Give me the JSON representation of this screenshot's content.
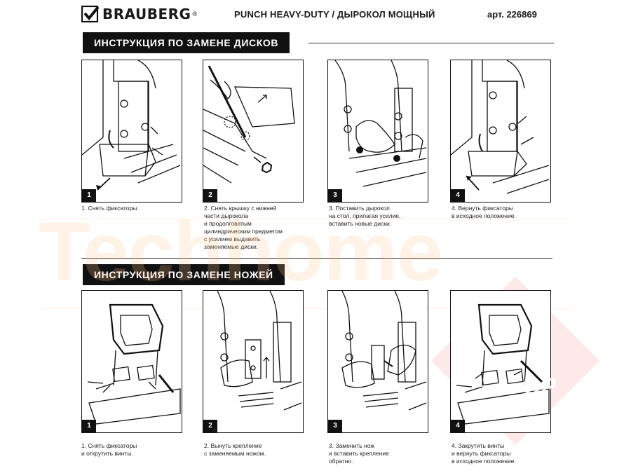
{
  "header": {
    "brand": "BRAUBERG",
    "brand_mark": "®",
    "product_title": "PUNCH HEAVY-DUTY / ДЫРОКОЛ МОЩНЫЙ",
    "article": "арт. 226869"
  },
  "sections": [
    {
      "title": "ИНСТРУКЦИЯ ПО ЗАМЕНЕ ДИСКОВ",
      "steps": [
        {
          "num": "1",
          "lines": [
            "1. Снять фиксаторы."
          ]
        },
        {
          "num": "2",
          "lines": [
            "2. Снять крышку с нижней",
            "части дырокола",
            "и продолговатым",
            "цилиндрическим предметом",
            "с усилием выдавить",
            "заменяемые диски."
          ]
        },
        {
          "num": "3",
          "lines": [
            "3. Поставить дырокол",
            "на стол, прилагая усилие,",
            "вставить новые диски."
          ]
        },
        {
          "num": "4",
          "lines": [
            "4. Вернуть фиксаторы",
            "в исходное положение."
          ]
        }
      ]
    },
    {
      "title": "ИНСТРУКЦИЯ ПО ЗАМЕНЕ НОЖЕЙ",
      "steps": [
        {
          "num": "1",
          "lines": [
            "1. Снять фиксаторы",
            "и открутить винты."
          ]
        },
        {
          "num": "2",
          "lines": [
            "2. Вынуть крепление",
            "с заменяемым ножом."
          ]
        },
        {
          "num": "3",
          "lines": [
            "3. Заменить нож",
            "и вставить крепление",
            "обратно."
          ]
        },
        {
          "num": "4",
          "lines": [
            "4. Закрутить винты",
            "и вернуть фиксаторы",
            "в исходное положение."
          ]
        }
      ]
    }
  ],
  "watermark": {
    "text": "Techhome",
    "badge": "OP"
  }
}
